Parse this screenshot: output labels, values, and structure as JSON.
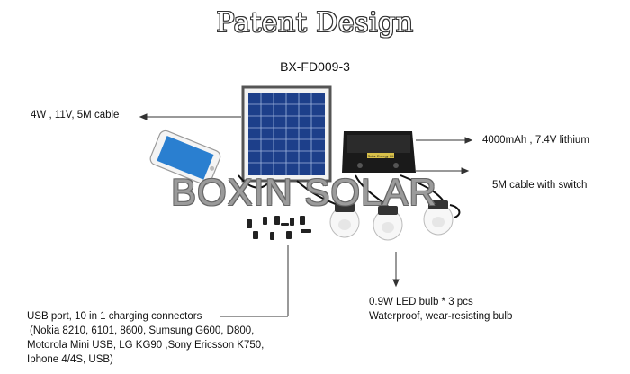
{
  "heading": {
    "title": "Patent Design",
    "model": "BX-FD009-3"
  },
  "labels": {
    "panel": "4W , 11V, 5M cable",
    "battery": "4000mAh , 7.4V lithium",
    "cable": "5M cable with switch",
    "bulb_line1": "0.9W LED bulb * 3 pcs",
    "bulb_line2": "Waterproof, wear-resisting bulb",
    "usb_line1": "USB port, 10 in 1 charging connectors",
    "usb_line2": "(Nokia 8210, 6101, 8600, Sumsung G600, D800,",
    "usb_line3": "Motorola Mini USB, LG KG90 ,Sony Ericsson K750,",
    "usb_line4": "Iphone 4/4S, USB)"
  },
  "watermark": "BOXIN SOLAR",
  "battery_box_text": "Solar Energy Kit"
}
